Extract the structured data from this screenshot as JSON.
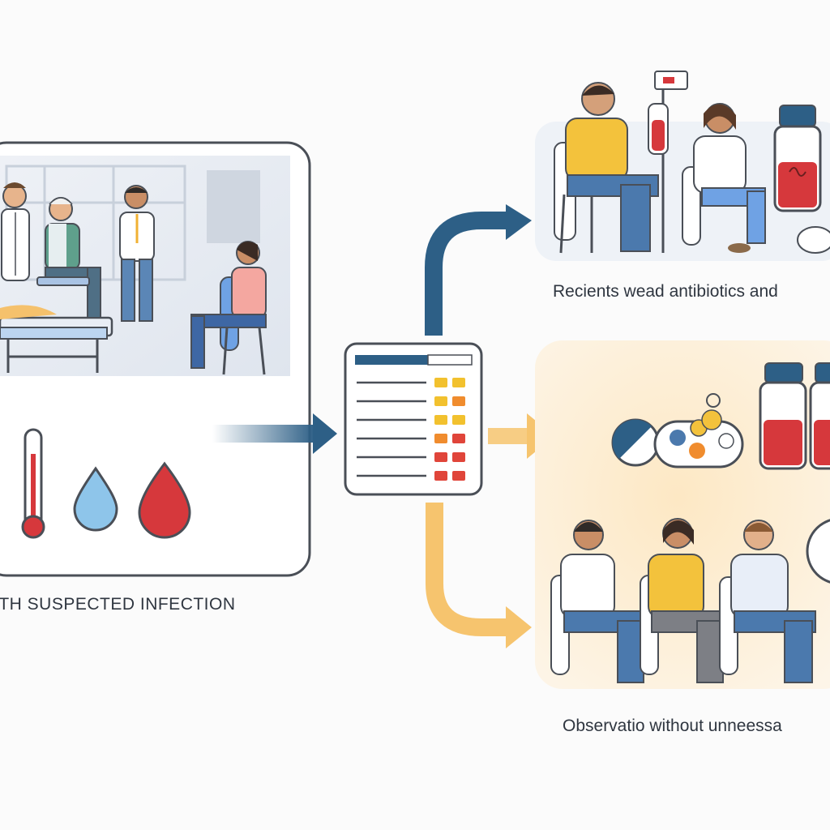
{
  "panels": {
    "intake": {
      "caption": "ITH SUSPECTED INFECTION"
    },
    "antibiotics": {
      "caption": "Recients wead antibiotics and"
    },
    "observation": {
      "caption": "Observatio without unneessa"
    }
  },
  "colors": {
    "blue_arrow": "#2d5f86",
    "yellow_arrow": "#f6c46e",
    "frame": "#4a4f57",
    "score_yellow": "#f2c12e",
    "score_orange": "#f08c2e",
    "score_red": "#e0453a",
    "blood_red": "#d6383c",
    "water_blue": "#8ec5ea",
    "shirt_yellow": "#f3c23c",
    "pants_blue": "#4b79ad"
  },
  "icons": [
    "thermometer-icon",
    "water-drop-icon",
    "blood-drop-icon",
    "score-table-icon",
    "medicine-vial-icon",
    "pill-icon",
    "stopwatch-icon"
  ]
}
